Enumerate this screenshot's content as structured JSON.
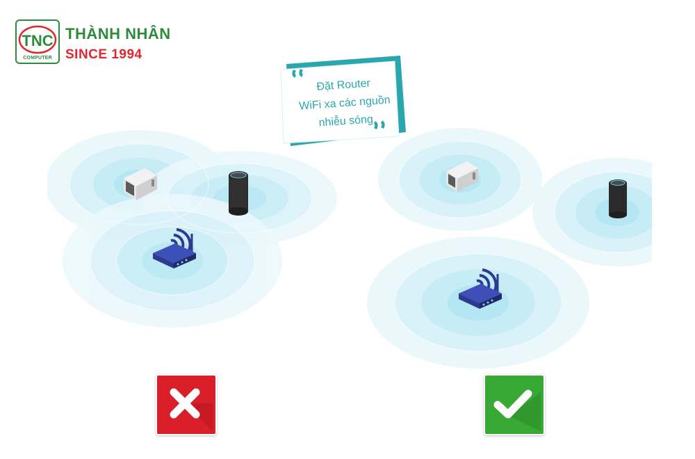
{
  "logo": {
    "badge_text": "TNC",
    "badge_subtext": "COMPUTER",
    "name": "THÀNH NHÂN",
    "since": "SINCE 1994"
  },
  "bubble": {
    "lines": [
      "Đặt Router",
      "WiFi xa các nguồn",
      "nhiễu sóng"
    ]
  },
  "colors": {
    "brand_green": "#2e8b3a",
    "brand_red": "#e0262e",
    "bubble_teal": "#2aa7ad",
    "signal": "#7fd3ea",
    "bad": "#d91f2a",
    "good": "#39a935"
  },
  "icons": {
    "bad_badge": "cross-icon",
    "good_badge": "check-icon",
    "device_microwave": "microwave-icon",
    "device_speaker": "smart-speaker-icon",
    "device_router": "wifi-router-icon"
  }
}
